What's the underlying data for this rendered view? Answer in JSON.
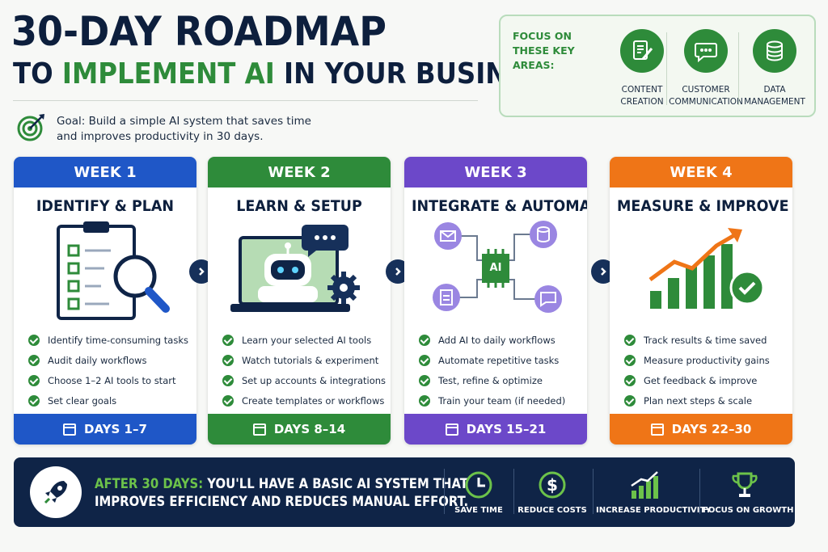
{
  "title": {
    "line1": "30-DAY ROADMAP",
    "line2_prefix": "TO ",
    "line2_highlight": "IMPLEMENT AI",
    "line2_suffix": " IN YOUR BUSINESS"
  },
  "goal": {
    "text": "Goal: Build a simple AI system that saves time and improves productivity in 30 days."
  },
  "focus": {
    "label": "FOCUS ON THESE KEY AREAS:",
    "items": [
      {
        "label": "CONTENT\nCREATION",
        "icon": "document-edit-icon"
      },
      {
        "label": "CUSTOMER\nCOMMUNICATION",
        "icon": "chat-bubble-icon"
      },
      {
        "label": "DATA\nMANAGEMENT",
        "icon": "database-icon"
      }
    ]
  },
  "weeks": [
    {
      "header": "WEEK 1",
      "title": "IDENTIFY & PLAN",
      "color": "#1f57c7",
      "items": [
        "Identify time-consuming tasks",
        "Audit daily workflows",
        "Choose 1–2 AI tools to start",
        "Set clear goals"
      ],
      "days": "DAYS 1–7"
    },
    {
      "header": "WEEK 2",
      "title": "LEARN & SETUP",
      "color": "#2e8b3a",
      "items": [
        "Learn your selected AI tools",
        "Watch tutorials & experiment",
        "Set up accounts & integrations",
        "Create templates or workflows"
      ],
      "days": "DAYS 8–14"
    },
    {
      "header": "WEEK 3",
      "title": "INTEGRATE & AUTOMATE",
      "color": "#6c48c9",
      "items": [
        "Add AI to daily workflows",
        "Automate repetitive tasks",
        "Test, refine & optimize",
        "Train your team (if needed)"
      ],
      "days": "DAYS 15–21"
    },
    {
      "header": "WEEK 4",
      "title": "MEASURE & IMPROVE",
      "color": "#ef7517",
      "items": [
        "Track results & time saved",
        "Measure productivity gains",
        "Get feedback & improve",
        "Plan next steps & scale"
      ],
      "days": "DAYS 22–30"
    }
  ],
  "bottom": {
    "highlight": "AFTER 30 DAYS:",
    "line1_rest": " YOU'LL HAVE A BASIC AI SYSTEM THAT",
    "line2": "IMPROVES EFFICIENCY AND REDUCES MANUAL EFFORT.",
    "items": [
      {
        "label": "SAVE TIME",
        "icon": "clock-icon"
      },
      {
        "label": "REDUCE COSTS",
        "icon": "dollar-icon"
      },
      {
        "label": "INCREASE PRODUCTIVITY",
        "icon": "bar-chart-icon"
      },
      {
        "label": "FOCUS ON GROWTH",
        "icon": "trophy-icon"
      }
    ]
  },
  "ai_chip_label": "AI",
  "colors": {
    "navy": "#0f2447",
    "green": "#2e8b3a",
    "blue": "#1f57c7",
    "purple": "#6c48c9",
    "orange": "#ef7517"
  }
}
